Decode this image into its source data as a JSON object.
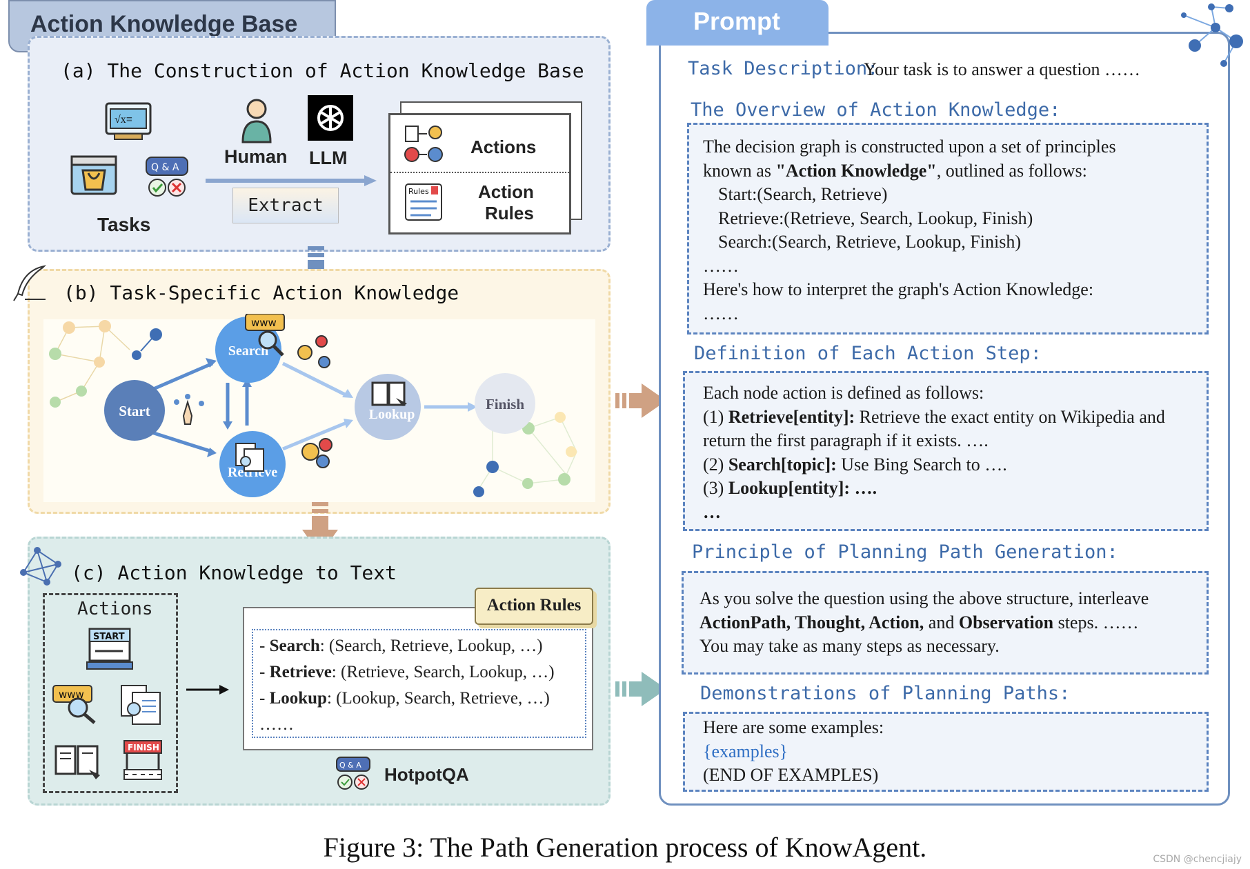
{
  "left_header": "Action Knowledge Base",
  "panel_a": {
    "title": "(a) The Construction of Action Knowledge Base",
    "tasks_label": "Tasks",
    "qa_badge": "Q & A",
    "human_label": "Human",
    "llm_label": "LLM",
    "extract_label": "Extract",
    "actions_label": "Actions",
    "action_rules_label_1": "Action",
    "action_rules_label_2": "Rules",
    "rules_icon_text": "Rules"
  },
  "panel_b": {
    "title": "(b) Task-Specific Action Knowledge",
    "nodes": {
      "start": "Start",
      "search": "Search",
      "retrieve": "Retrieve",
      "lookup": "Lookup",
      "finish": "Finish",
      "www": "www"
    }
  },
  "panel_c": {
    "title": "(c) Action Knowledge to Text",
    "actions_title": "Actions",
    "start_sign": "START",
    "finish_sign": "FINISH",
    "www": "www",
    "action_rules_tab": "Action Rules",
    "rules": [
      {
        "name": "Search",
        "text": ": (Search, Retrieve, Lookup, …)"
      },
      {
        "name": "Retrieve",
        "text": ": (Retrieve, Search, Lookup, …)"
      },
      {
        "name": "Lookup",
        "text": ": (Lookup, Search, Retrieve, …)"
      }
    ],
    "rules_ellipsis": "……",
    "dataset_badge": "Q & A",
    "dataset": "HotpotQA"
  },
  "prompt": {
    "tab": "Prompt",
    "task_description_head": "Task Description:",
    "task_description_text": "Your task is to answer a question ……",
    "overview_head": "The Overview of Action Knowledge:",
    "overview_lines": {
      "l1": "The decision graph is constructed upon a set of principles",
      "l2a": "known as ",
      "l2b": "\"Action Knowledge\"",
      "l2c": ", outlined as follows:",
      "l3": "Start:(Search, Retrieve)",
      "l4": "Retrieve:(Retrieve, Search, Lookup, Finish)",
      "l5": "Search:(Search, Retrieve, Lookup, Finish)",
      "l6": "……",
      "l7": "Here's how to interpret the graph's Action Knowledge:",
      "l8": "……"
    },
    "definition_head": "Definition of Each Action Step:",
    "definition_lines": {
      "l1": "Each node action is defined as follows:",
      "l2a": "(1) ",
      "l2b": "Retrieve[entity]:",
      "l2c": " Retrieve the exact entity on Wikipedia and",
      "l3": "return the first paragraph if it exists. ….",
      "l4a": "(2) ",
      "l4b": "Search[topic]:",
      "l4c": "  Use Bing Search to ….",
      "l5a": "(3) ",
      "l5b": "Lookup[entity]: ….",
      "l6": "…"
    },
    "principle_head": "Principle of Planning Path Generation:",
    "principle_lines": {
      "l1": "As you solve the question using the above structure, interleave",
      "l2a": "ActionPath, Thought, Action,",
      "l2b": " and ",
      "l2c": "Observation",
      "l2d": " steps. ……",
      "l3": "You may take as many steps as necessary."
    },
    "demonstrations_head": "Demonstrations of Planning Paths:",
    "demonstrations_lines": {
      "l1": "Here are some examples:",
      "l2": "{examples}",
      "l3": "(END OF EXAMPLES)"
    }
  },
  "caption": "Figure 3: The Path Generation process of KnowAgent.",
  "watermark": "CSDN @chencjiajy",
  "colors": {
    "node_blue": "#5b8cce",
    "node_start": "#5a7fb8",
    "prompt_blue": "#3d6aa8",
    "example_blue": "#2f6fc4"
  }
}
